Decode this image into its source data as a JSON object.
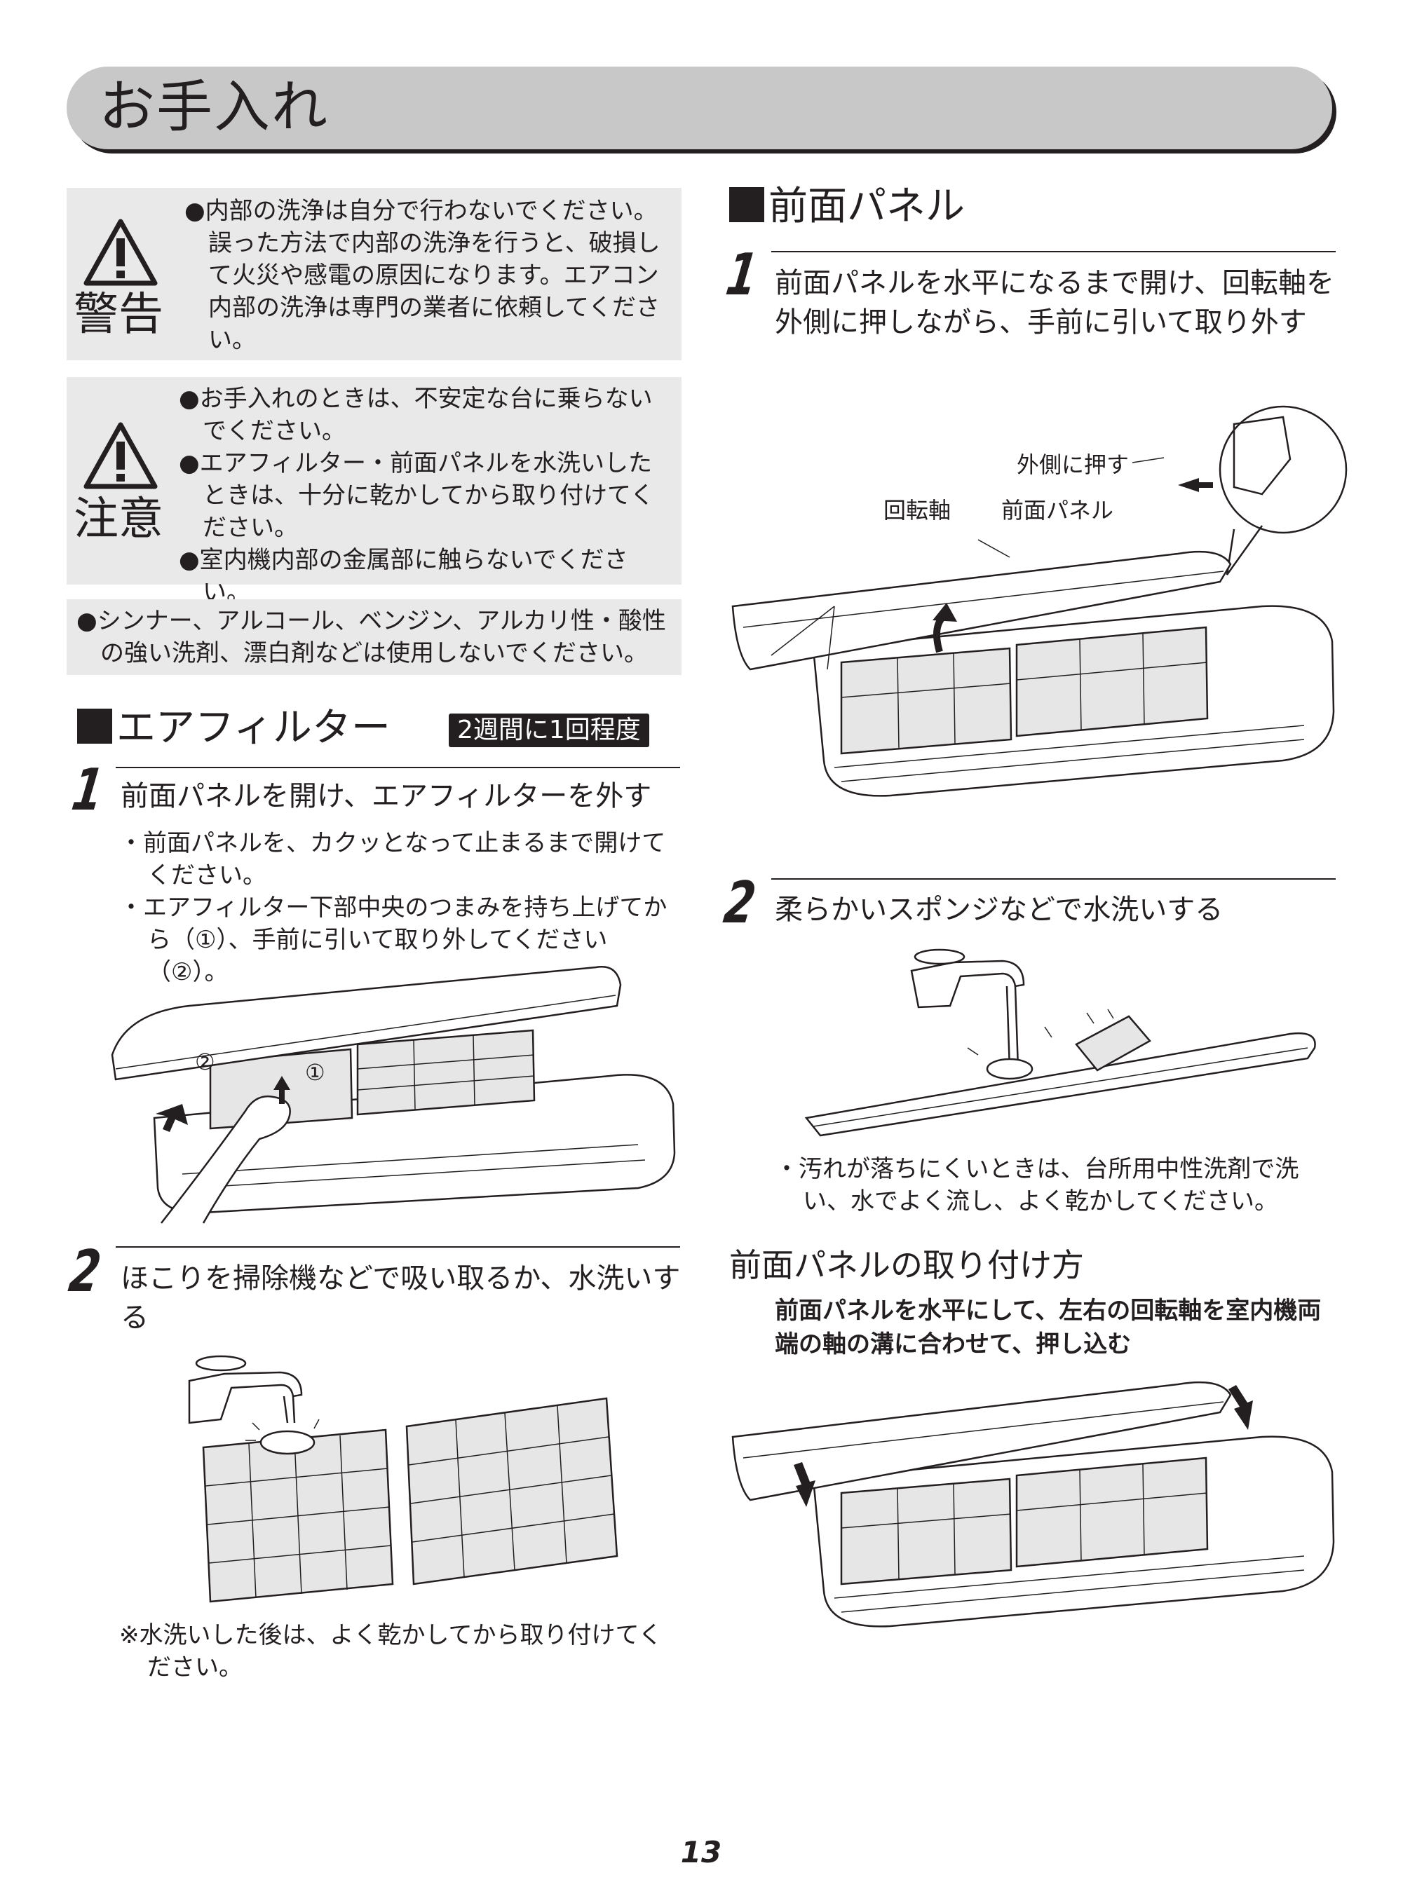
{
  "header": {
    "title": "お手入れ"
  },
  "warning": {
    "label": "警告",
    "items": [
      "●内部の洗浄は自分で行わないでください。誤った方法で内部の洗浄を行うと、破損して火災や感電の原因になります。エアコン内部の洗浄は専門の業者に依頼してください。"
    ]
  },
  "caution": {
    "label": "注意",
    "items": [
      "●お手入れのときは、不安定な台に乗らないでください。",
      "●エアフィルター・前面パネルを水洗いしたときは、十分に乾かしてから取り付けてください。",
      "●室内機内部の金属部に触らないでください。"
    ]
  },
  "general_note": "●シンナー、アルコール、ベンジン、アルカリ性・酸性の強い洗剤、漂白剤などは使用しないでください。",
  "air_filter": {
    "title": "エアフィルター",
    "frequency_badge": "2週間に1回程度",
    "steps": [
      {
        "number": "1",
        "text": "前面パネルを開け、エアフィルターを外す",
        "notes": [
          "・前面パネルを、カクッとなって止まるまで開けてください。",
          "・エアフィルター下部中央のつまみを持ち上げてから（①）、手前に引いて取り外してください（②）。"
        ],
        "figure_labels": [
          "②",
          "①"
        ]
      },
      {
        "number": "2",
        "text": "ほこりを掃除機などで吸い取るか、水洗いする",
        "footnote": "※水洗いした後は、よく乾かしてから取り付けてください。"
      }
    ]
  },
  "front_panel": {
    "title": "前面パネル",
    "steps": [
      {
        "number": "1",
        "text": "前面パネルを水平になるまで開け、回転軸を外側に押しながら、手前に引いて取り外す",
        "callouts": {
          "push_outward": "外側に押す",
          "rotation_shaft": "回転軸",
          "front_panel": "前面パネル"
        }
      },
      {
        "number": "2",
        "text": "柔らかいスポンジなどで水洗いする",
        "notes": [
          "・汚れが落ちにくいときは、台所用中性洗剤で洗い、水でよく流し、よく乾かしてください。"
        ]
      }
    ],
    "attach": {
      "heading": "前面パネルの取り付け方",
      "instruction": "前面パネルを水平にして、左右の回転軸を室内機両端の軸の溝に合わせて、押し込む"
    }
  },
  "page_number": "13"
}
